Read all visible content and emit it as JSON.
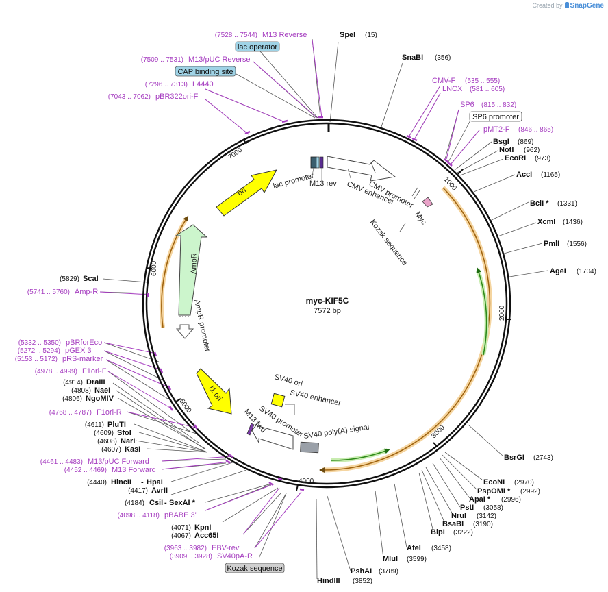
{
  "brand": {
    "prefix": "Created by",
    "name": "SnapGene"
  },
  "plasmid": {
    "name": "myc-KIF5C",
    "size_label": "7572 bp",
    "length": 7572
  },
  "ticks": [
    "1000",
    "2000",
    "3000",
    "4000",
    "5000",
    "6000",
    "7000"
  ],
  "restriction_sites": [
    {
      "name": "SpeI",
      "pos": "(15)"
    },
    {
      "name": "SnaBI",
      "pos": "(356)"
    },
    {
      "name": "BsgI",
      "pos": "(869)"
    },
    {
      "name": "NotI",
      "pos": "(962)"
    },
    {
      "name": "EcoRI",
      "pos": "(973)"
    },
    {
      "name": "AccI",
      "pos": "(1165)"
    },
    {
      "name": "BclI *",
      "pos": "(1331)"
    },
    {
      "name": "XcmI",
      "pos": "(1436)"
    },
    {
      "name": "PmlI",
      "pos": "(1556)"
    },
    {
      "name": "AgeI",
      "pos": "(1704)"
    },
    {
      "name": "BsrGI",
      "pos": "(2743)"
    },
    {
      "name": "EcoNI",
      "pos": "(2970)"
    },
    {
      "name": "PspOMI *",
      "pos": "(2992)"
    },
    {
      "name": "ApaI *",
      "pos": "(2996)"
    },
    {
      "name": "PstI",
      "pos": "(3058)"
    },
    {
      "name": "NruI",
      "pos": "(3142)"
    },
    {
      "name": "BsaBI",
      "pos": "(3190)"
    },
    {
      "name": "BlpI",
      "pos": "(3222)"
    },
    {
      "name": "AfeI",
      "pos": "(3458)"
    },
    {
      "name": "MluI",
      "pos": "(3599)"
    },
    {
      "name": "PshAI",
      "pos": "(3789)"
    },
    {
      "name": "HindIII",
      "pos": "(3852)"
    },
    {
      "name": "Acc65I",
      "pos": "(4067)"
    },
    {
      "name": "KpnI",
      "pos": "(4071)"
    },
    {
      "name": "CsiI",
      "pos": "(4184)"
    },
    {
      "name": "SexAI *",
      "pos": ""
    },
    {
      "name": "AvrII",
      "pos": "(4417)"
    },
    {
      "name": "HincII",
      "pos": "(4440)"
    },
    {
      "name": "HpaI",
      "pos": ""
    },
    {
      "name": "KasI",
      "pos": "(4607)"
    },
    {
      "name": "NarI",
      "pos": "(4608)"
    },
    {
      "name": "SfoI",
      "pos": "(4609)"
    },
    {
      "name": "PluTI",
      "pos": "(4611)"
    },
    {
      "name": "NgoMIV",
      "pos": "(4806)"
    },
    {
      "name": "NaeI",
      "pos": "(4808)"
    },
    {
      "name": "DraIII",
      "pos": "(4914)"
    },
    {
      "name": "ScaI",
      "pos": "(5829)"
    }
  ],
  "primers": [
    {
      "name": "M13 Reverse",
      "pos": "(7528 .. 7544)"
    },
    {
      "name": "M13/pUC Reverse",
      "pos": "(7509 .. 7531)"
    },
    {
      "name": "L4440",
      "pos": "(7296 .. 7313)"
    },
    {
      "name": "pBR322ori-F",
      "pos": "(7043 .. 7062)"
    },
    {
      "name": "CMV-F",
      "pos": "(535 .. 555)"
    },
    {
      "name": "LNCX",
      "pos": "(581 .. 605)"
    },
    {
      "name": "SP6",
      "pos": "(815 .. 832)"
    },
    {
      "name": "pMT2-F",
      "pos": "(846 .. 865)"
    },
    {
      "name": "Amp-R",
      "pos": "(5741 .. 5760)"
    },
    {
      "name": "pBRforEco",
      "pos": "(5332 .. 5350)"
    },
    {
      "name": "pGEX 3'",
      "pos": "(5272 .. 5294)"
    },
    {
      "name": "pRS-marker",
      "pos": "(5153 .. 5172)"
    },
    {
      "name": "F1ori-F",
      "pos": "(4978 .. 4999)"
    },
    {
      "name": "F1ori-R",
      "pos": "(4768 .. 4787)"
    },
    {
      "name": "M13/pUC Forward",
      "pos": "(4461 .. 4483)"
    },
    {
      "name": "M13 Forward",
      "pos": "(4452 .. 4469)"
    },
    {
      "name": "pBABE 3'",
      "pos": "(4098 .. 4118)"
    },
    {
      "name": "EBV-rev",
      "pos": "(3963 .. 3982)"
    },
    {
      "name": "SV40pA-R",
      "pos": "(3909 .. 3928)"
    }
  ],
  "boxed_labels": [
    "lac operator",
    "CAP binding site",
    "SP6 promoter",
    "Kozak sequence"
  ],
  "features": [
    {
      "name": "ori"
    },
    {
      "name": "AmpR"
    },
    {
      "name": "AmpR promoter"
    },
    {
      "name": "f1 ori"
    },
    {
      "name": "lac promoter"
    },
    {
      "name": "M13 rev"
    },
    {
      "name": "CMV enhancer"
    },
    {
      "name": "CMV promoter"
    },
    {
      "name": "Myc"
    },
    {
      "name": "Kozak sequence"
    },
    {
      "name": "SV40 ori"
    },
    {
      "name": "SV40 enhancer"
    },
    {
      "name": "SV40 promoter"
    },
    {
      "name": "M13 fwd"
    },
    {
      "name": "SV40 poly(A) signal"
    }
  ],
  "colors": {
    "backbone": "#111111",
    "enzyme_text": "#111111",
    "primer": "#a63ec0",
    "ori": "#ffff00",
    "ampr": "#ccf5cc",
    "orf_orange": "#e8a33c",
    "orf_green": "#55bb33",
    "lac_operator_box": "#9fd3e6",
    "gray_box": "#d0d0d0",
    "sv40pa": "#9aa0a8"
  }
}
